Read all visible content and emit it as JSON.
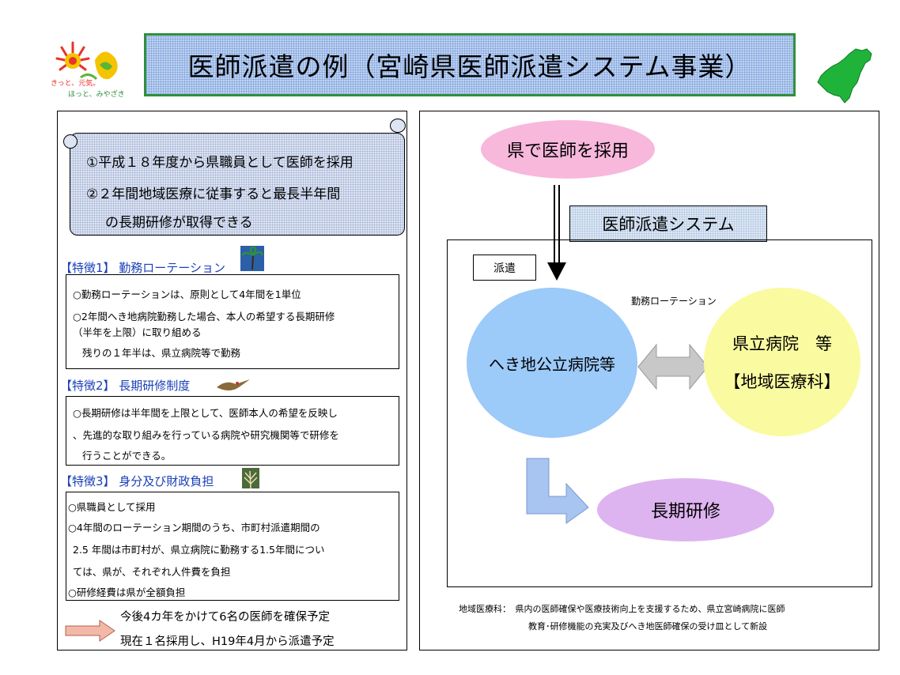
{
  "title": "医師派遣の例（宮崎県医師派遣システム事業）",
  "logo": {
    "line1": "きっと、元気。",
    "line2": "ほっと、みやざき",
    "colors": {
      "sun": "#e8332a",
      "flower": "#f5c400",
      "leaf": "#5db534"
    }
  },
  "map_color": "#1fb33a",
  "scroll": {
    "line1": "①平成１８年度から県職員として医師を採用",
    "line2": "②２年間地域医療に従事すると最長半年間",
    "line3": "の長期研修が取得できる"
  },
  "features": [
    {
      "title": "【特徴1】 勤務ローテーション",
      "lines": [
        "○勤務ローテーションは、原則として4年間を1単位",
        "○2年間へき地病院勤務した場合、本人の希望する長期研修",
        "（半年を上限）に取り組める",
        "残りの１年半は、県立病院等で勤務"
      ]
    },
    {
      "title": "【特徴2】 長期研修制度",
      "lines": [
        "○長期研修は半年間を上限として、医師本人の希望を反映し",
        "、先進的な取り組みを行っている病院や研究機関等で研修を",
        "行うことができる。"
      ]
    },
    {
      "title": "【特徴3】 身分及び財政負担",
      "lines": [
        "○県職員として採用",
        "○4年間のローテーション期間のうち、市町村派遣期間の",
        "2.5 年間は市町村が、県立病院に勤務する1.5年間につい",
        "ては、県が、それぞれ人件費を負担",
        "○研修経費は県が全額負担"
      ]
    }
  ],
  "bottom_note": {
    "line1": "今後4カ年をかけて6名の医師を確保予定",
    "line2": "現在１名採用し、H19年4月から派遣予定"
  },
  "diagram": {
    "hire": "県で医師を採用",
    "system": "医師派遣システム",
    "dispatch": "派遣",
    "rotation": "勤務ローテーション",
    "rural": "へき地公立病院等",
    "prefectural_line1": "県立病院　等",
    "prefectural_line2": "【地域医療科】",
    "training": "長期研修",
    "colors": {
      "hire": "#f7b8dc",
      "rural": "#9ccaf9",
      "prefectural": "#fafaa0",
      "training": "#ddb4f0",
      "arrow": "#c8c8c8",
      "l_arrow": "#a8c4f0",
      "note_arrow": "#f4b8a8"
    }
  },
  "footer": {
    "line1": "地域医療科：　県内の医師確保や医療技術向上を支援するため、県立宮崎病院に医師",
    "line2": "教育･研修機能の充実及びへき地医師確保の受け皿として新設"
  }
}
